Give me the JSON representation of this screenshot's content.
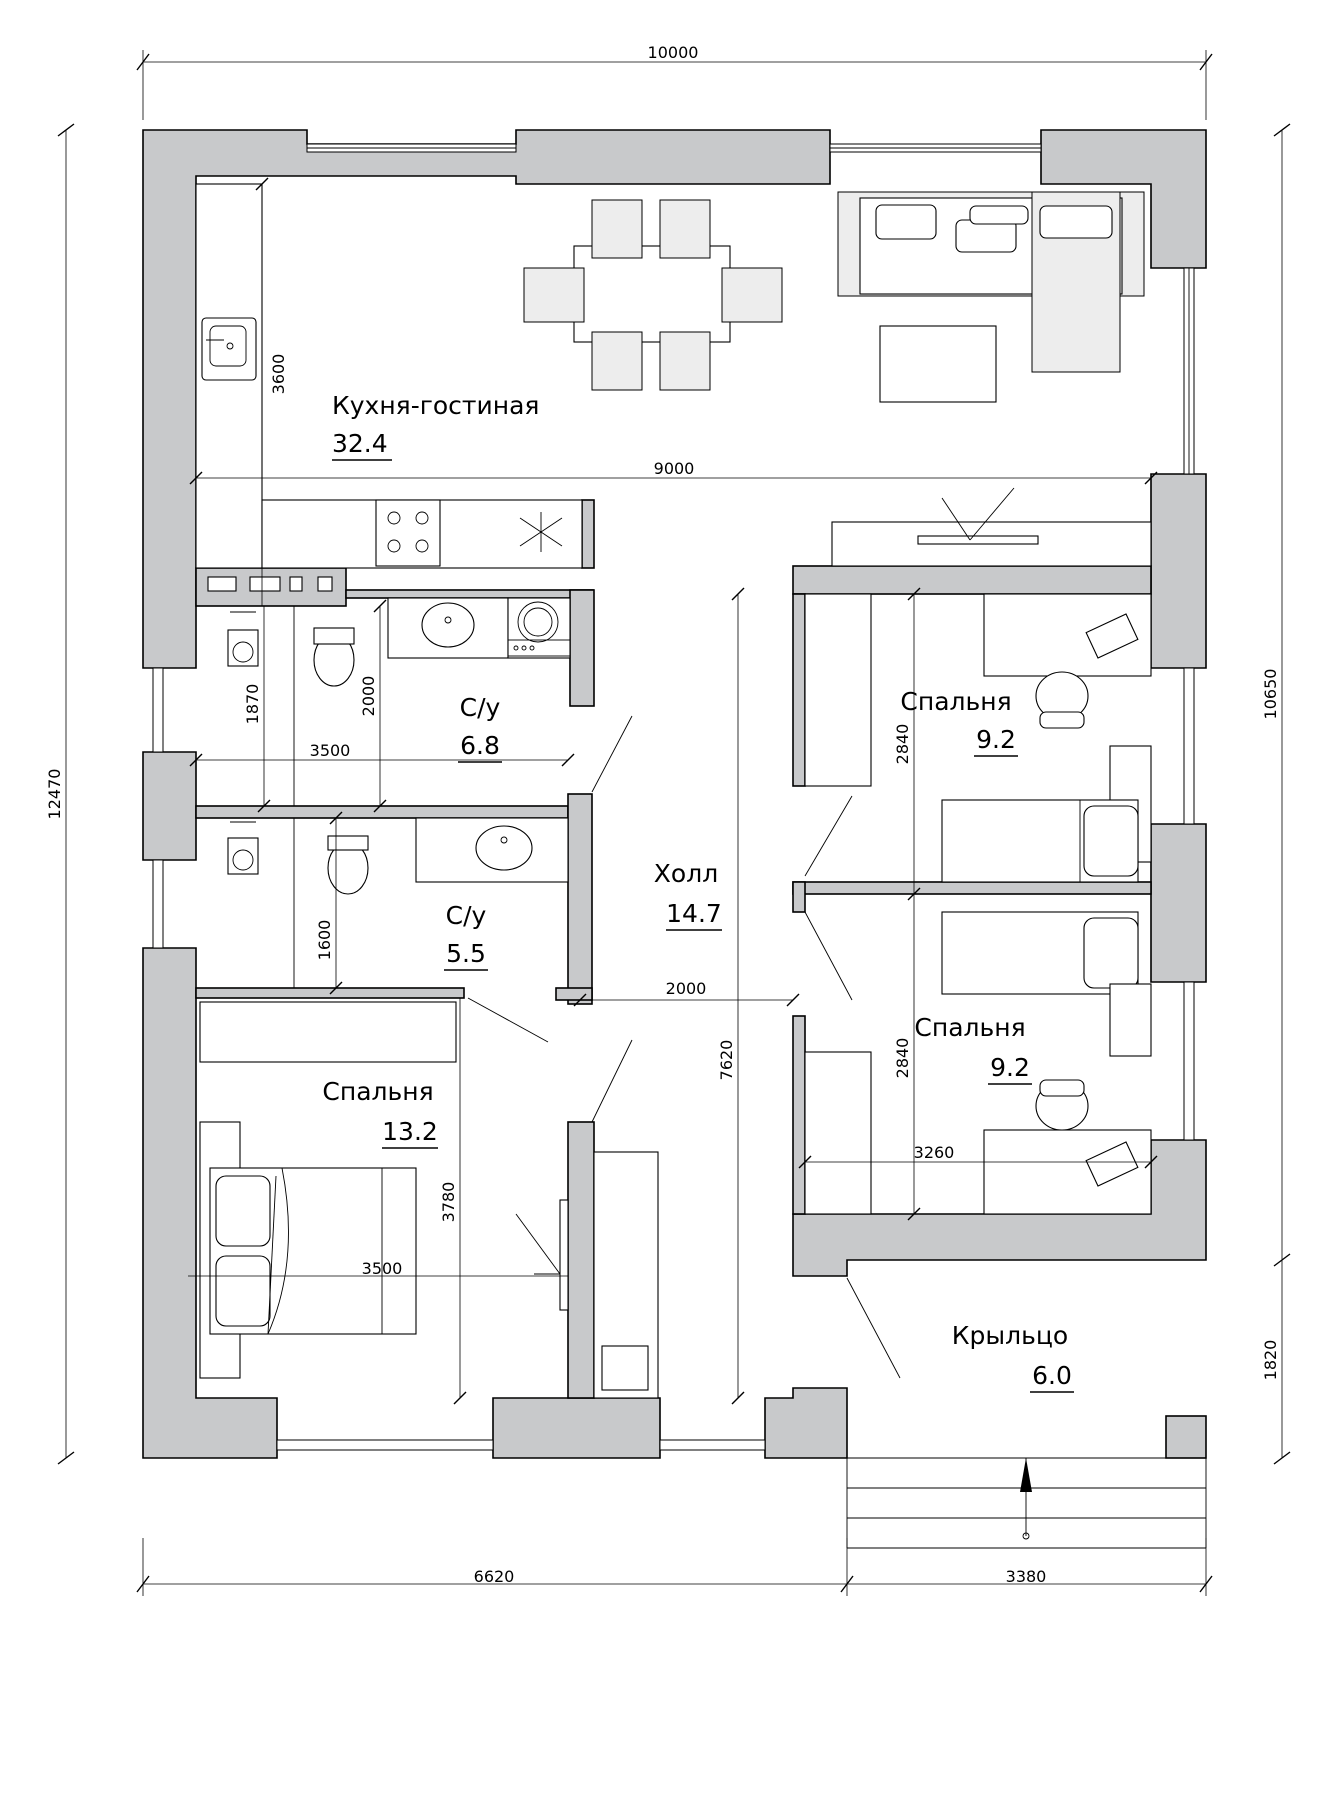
{
  "rooms": {
    "kitchen_living": {
      "name": "Кухня-гостиная",
      "area": "32.4"
    },
    "bath_upper": {
      "name": "С/у",
      "area": "6.8"
    },
    "bath_lower": {
      "name": "С/у",
      "area": "5.5"
    },
    "hall": {
      "name": "Холл",
      "area": "14.7"
    },
    "bedroom_upper": {
      "name": "Спальня",
      "area": "9.2"
    },
    "bedroom_lower": {
      "name": "Спальня",
      "area": "9.2"
    },
    "bedroom_master": {
      "name": "Спальня",
      "area": "13.2"
    },
    "porch": {
      "name": "Крыльцо",
      "area": "6.0"
    }
  },
  "dimensions": {
    "top_overall": "10000",
    "left_overall": "12470",
    "right_upper": "10650",
    "right_lower": "1820",
    "bottom_left": "6620",
    "bottom_right": "3380",
    "kitchen_width": "9000",
    "kitchen_depth": "3600",
    "bath_upper_width": "3500",
    "bath_upper_depth_left": "1870",
    "bath_upper_depth": "2000",
    "bath_lower_depth": "1600",
    "hall_width": "2000",
    "hall_length": "7620",
    "bedroom_upper_depth": "2840",
    "bedroom_lower_depth": "2840",
    "bedroom_lower_width": "3260",
    "master_depth": "3780",
    "master_width": "3500"
  },
  "colors": {
    "wall": "#c8c9cb",
    "line": "#000000",
    "background": "#ffffff"
  }
}
